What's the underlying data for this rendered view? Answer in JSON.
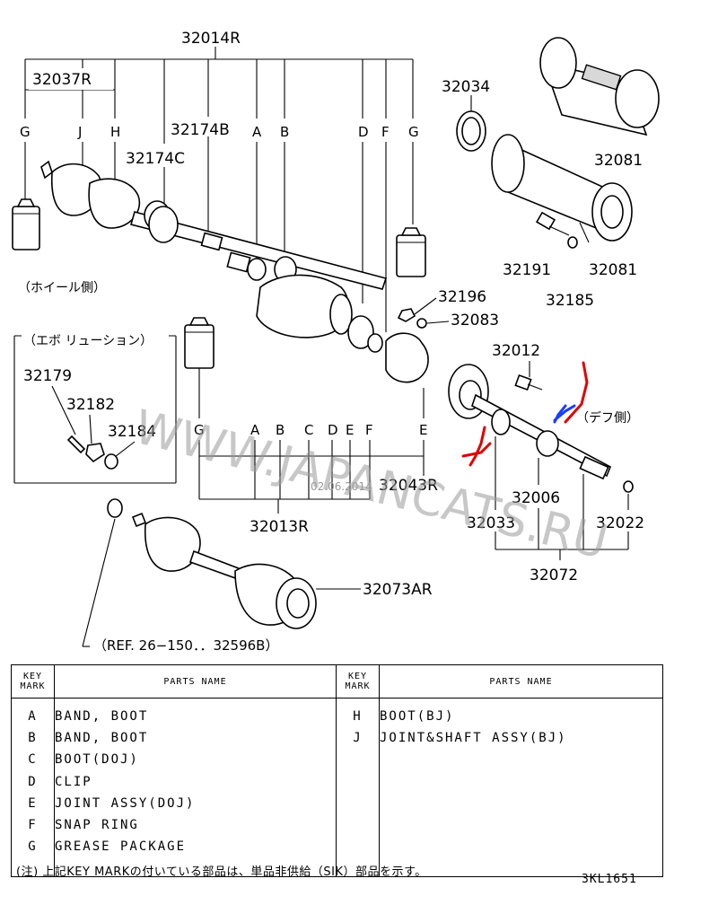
{
  "callouts": {
    "p32014R": "32014R",
    "p32037R": "32037R",
    "p32174B": "32174B",
    "p32174C": "32174C",
    "p32034": "32034",
    "p32081_top": "32081",
    "p32081_bottom": "32081",
    "p32191": "32191",
    "p32185": "32185",
    "p32196": "32196",
    "p32083": "32083",
    "p32012": "32012",
    "p32179": "32179",
    "p32182": "32182",
    "p32184": "32184",
    "p32043R": "32043R",
    "p32013R": "32013R",
    "p32006": "32006",
    "p32033": "32033",
    "p32022": "32022",
    "p32072": "32072",
    "p32073AR": "32073AR"
  },
  "letters_top": [
    "G",
    "J",
    "H",
    "A",
    "B",
    "D",
    "F",
    "G"
  ],
  "letters_mid": [
    "G",
    "A",
    "B",
    "C",
    "D",
    "E",
    "F",
    "E"
  ],
  "jp_labels": {
    "wheel_side": "（ホイール側）",
    "evolution": "（エボ リューション）",
    "diff_side": "（デフ側）"
  },
  "ref_note": "（REF. 26−150．．32596B）",
  "watermark": {
    "text": "WWW.JAPANCATS.RU",
    "date": "02.06.2014"
  },
  "table": {
    "header_key": [
      "KEY",
      "MARK"
    ],
    "header_name": "PARTS NAME",
    "left_rows": [
      {
        "key": "A",
        "name": "BAND, BOOT"
      },
      {
        "key": "B",
        "name": "BAND, BOOT"
      },
      {
        "key": "C",
        "name": "BOOT(DOJ)"
      },
      {
        "key": "D",
        "name": "CLIP"
      },
      {
        "key": "E",
        "name": "JOINT ASSY(DOJ)"
      },
      {
        "key": "F",
        "name": "SNAP RING"
      },
      {
        "key": "G",
        "name": "GREASE PACKAGE"
      }
    ],
    "right_rows": [
      {
        "key": "H",
        "name": "BOOT(BJ)"
      },
      {
        "key": "J",
        "name": "JOINT&SHAFT ASSY(BJ)"
      }
    ]
  },
  "footnote": "(注) 上記KEY MARKの付いている部品は、単品非供給（SIK）部品を示す。",
  "page_code": "3KL1651",
  "colors": {
    "annotation_red": "#e00000",
    "annotation_blue": "#1a3dff",
    "watermark": "#9a9a9a"
  }
}
